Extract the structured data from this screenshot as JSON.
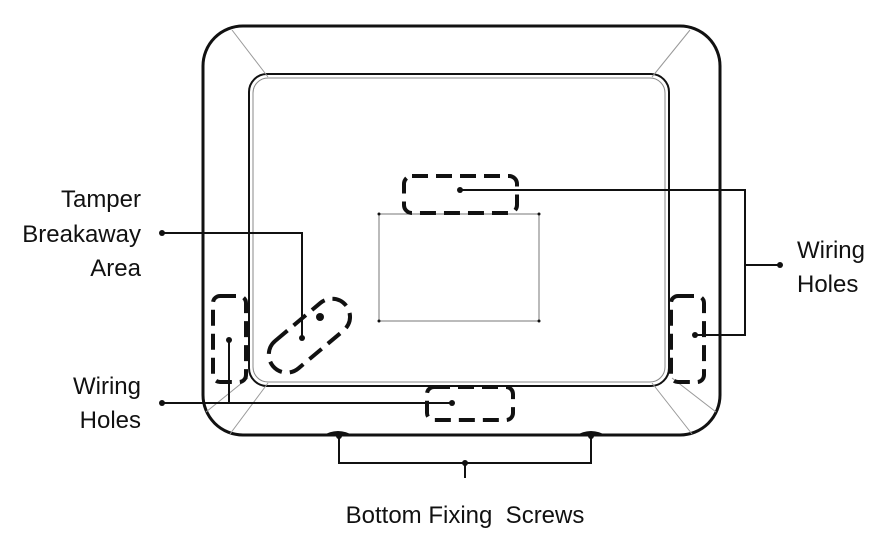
{
  "labels": {
    "tamper": [
      "Tamper",
      "Breakaway",
      "Area"
    ],
    "wiring_left": [
      "Wiring",
      "Holes"
    ],
    "wiring_right": [
      "Wiring",
      "Holes"
    ],
    "bottom_screws": "Bottom Fixing  Screws"
  }
}
